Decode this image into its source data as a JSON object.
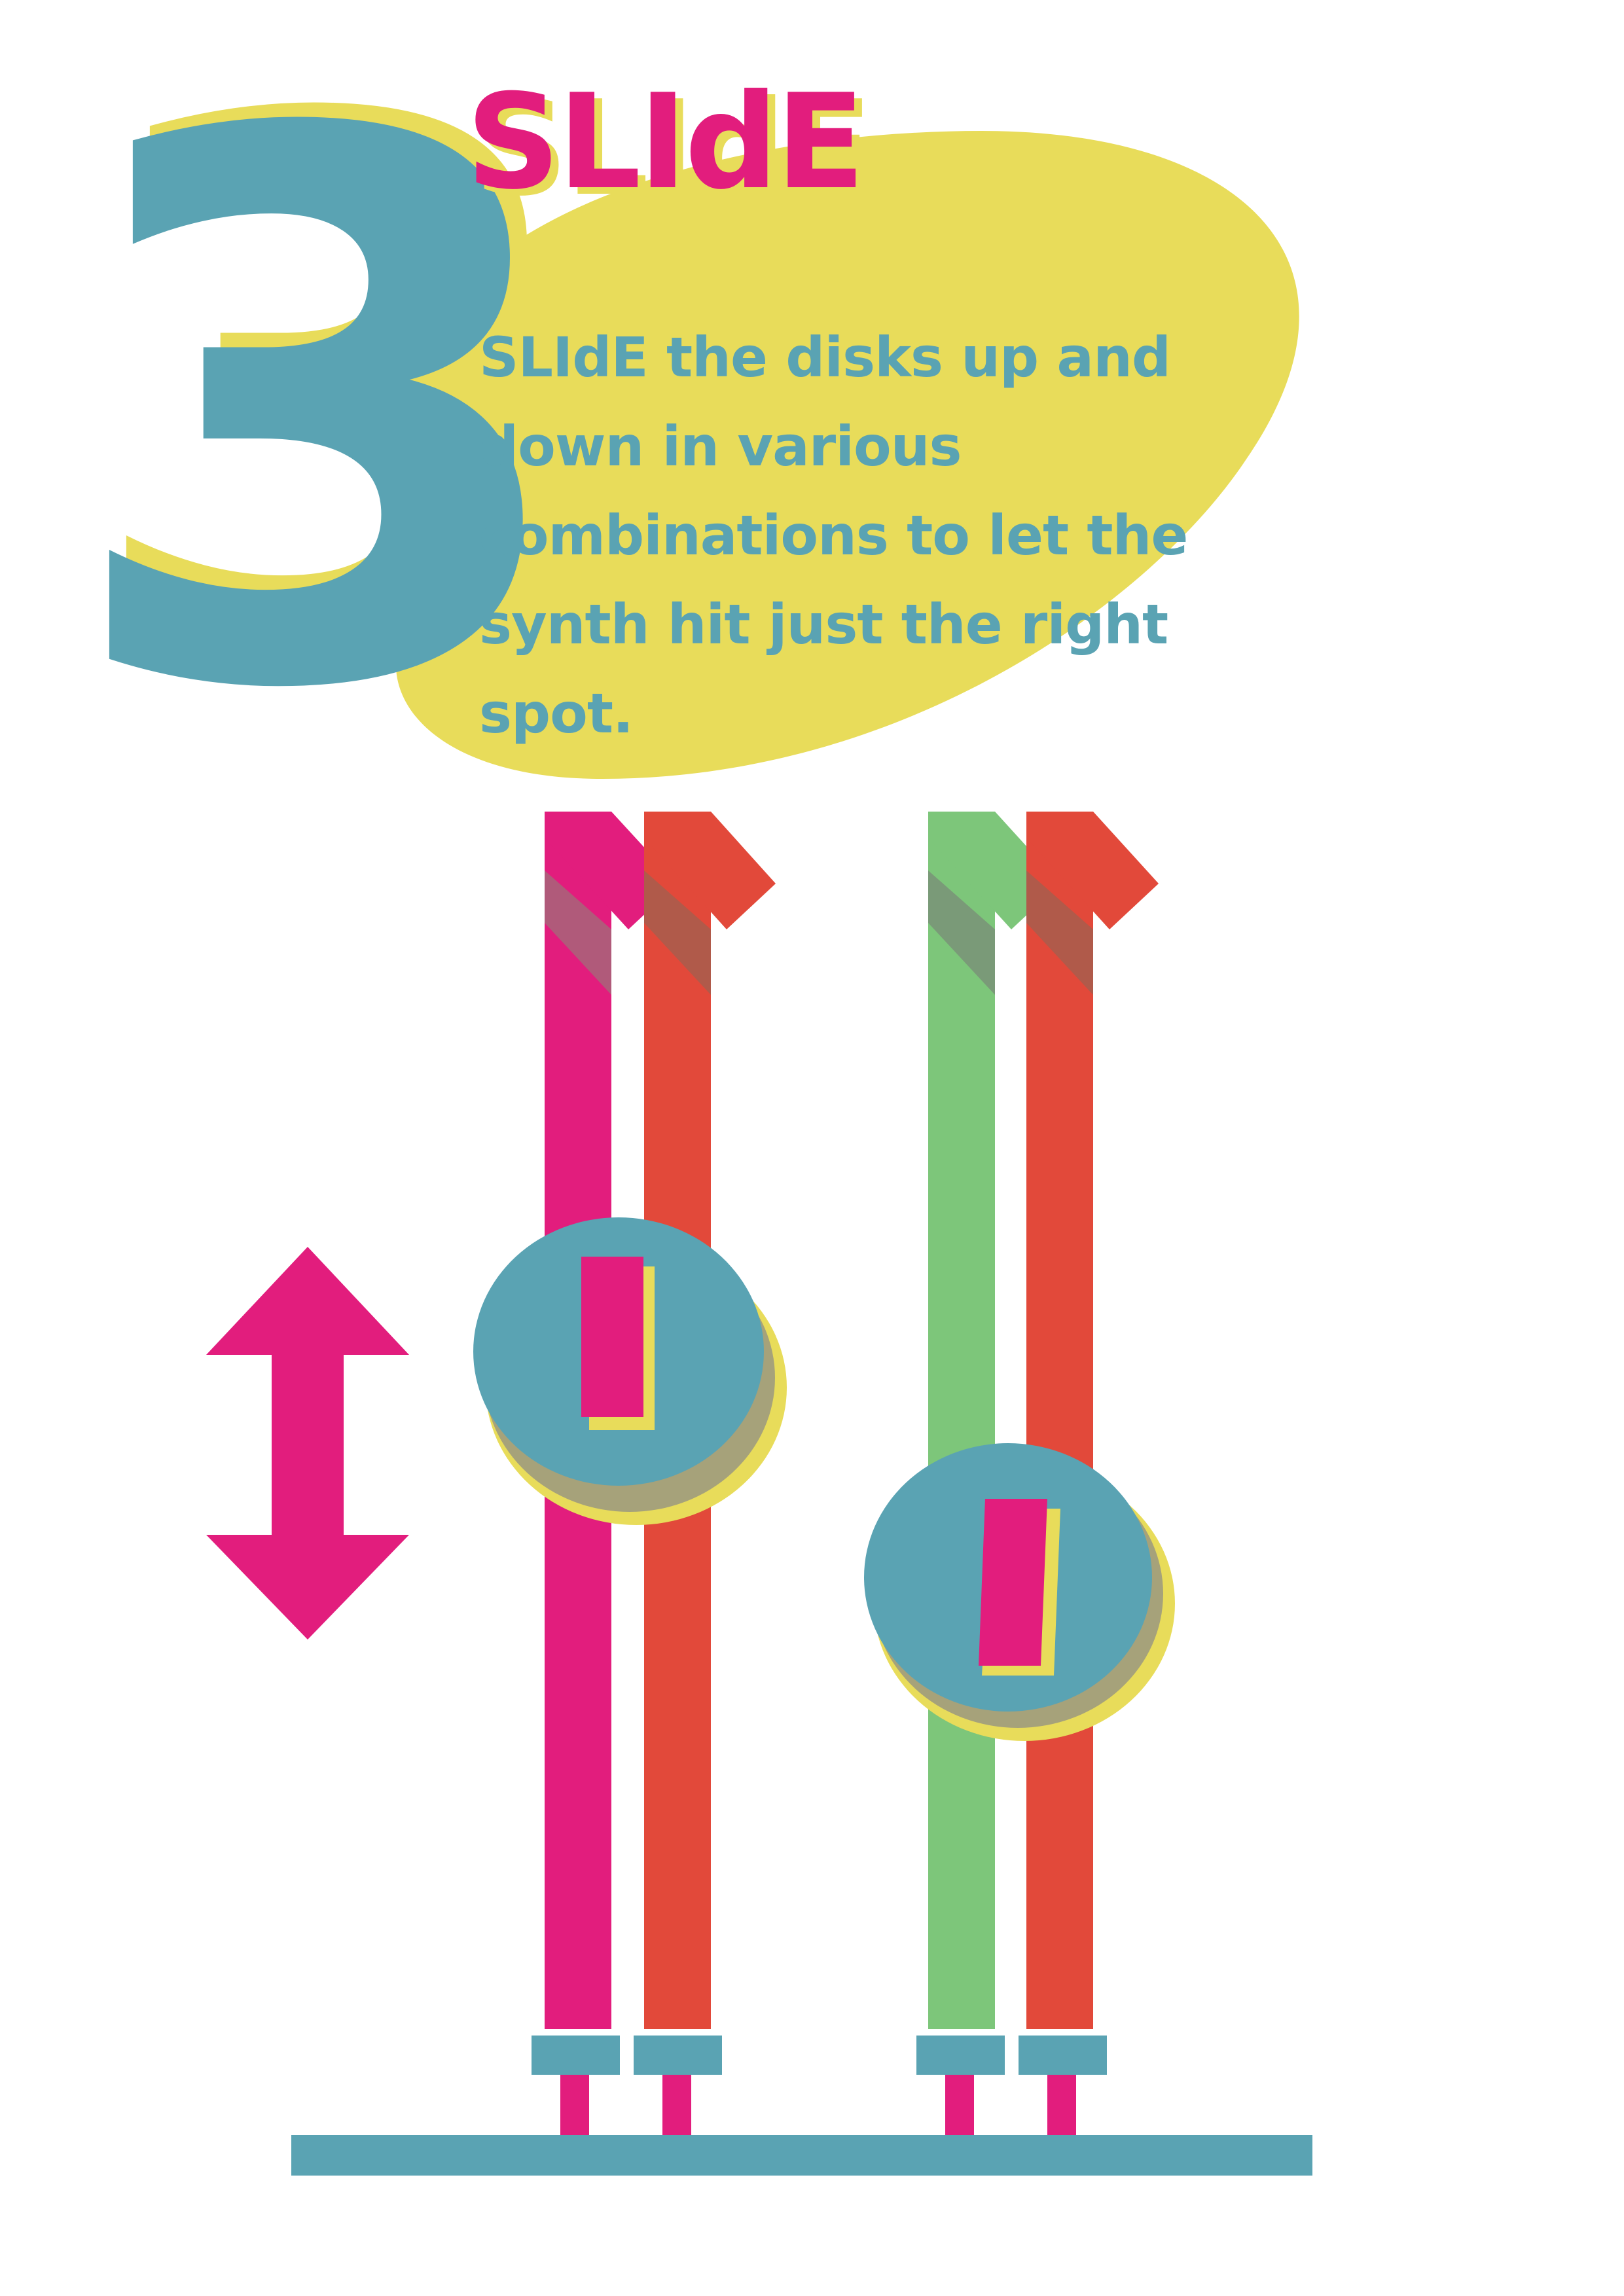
{
  "step": {
    "number": "3",
    "title": "SLIdE",
    "description": "SLIdE the disks up and down in various combinations to let the synth hit just the right spot."
  },
  "colors": {
    "teal": "#5aa3b3",
    "yellow": "#e8dc5a",
    "magenta": "#e21d7d",
    "red": "#e2493a",
    "green": "#7dc67a"
  },
  "illustration": {
    "icons": [
      "up-down-arrow-icon",
      "slider-rail",
      "slider-disk",
      "base-bar"
    ],
    "rails": [
      "magenta",
      "red",
      "green",
      "red"
    ]
  }
}
